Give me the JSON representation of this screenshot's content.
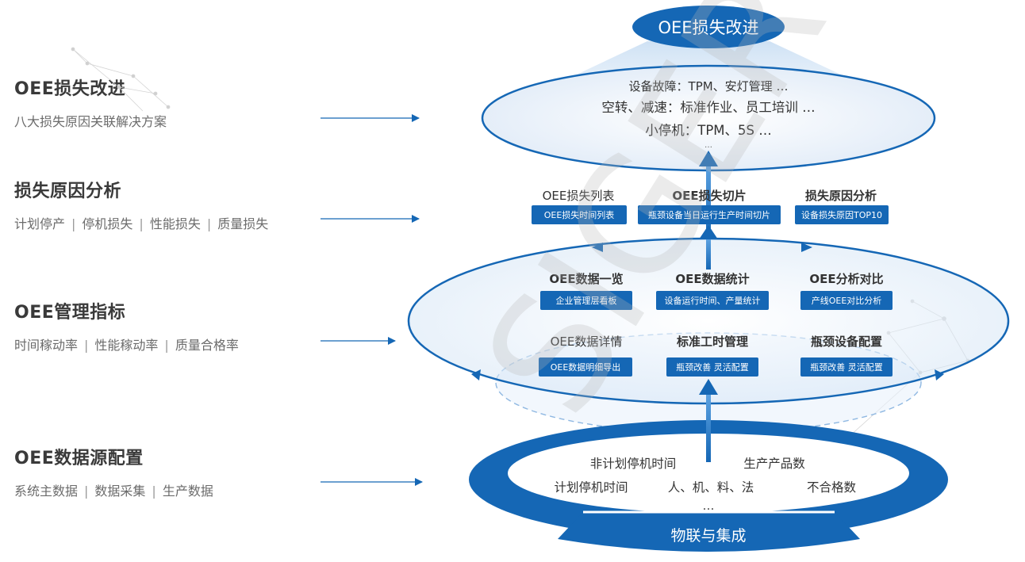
{
  "colors": {
    "primary": "#1567b5",
    "dark": "#0b4f95",
    "light": "#e6f0fa",
    "text": "#333333",
    "muted": "#6b6b6b"
  },
  "left": [
    {
      "title": "OEE损失改进",
      "items": [
        "八大损失原因关联解决方案"
      ]
    },
    {
      "title": "损失原因分析",
      "items": [
        "计划停产",
        "停机损失",
        "性能损失",
        "质量损失"
      ]
    },
    {
      "title": "OEE管理指标",
      "items": [
        "时间稼动率",
        "性能稼动率",
        "质量合格率"
      ]
    },
    {
      "title": "OEE数据源配置",
      "items": [
        "系统主数据",
        "数据采集",
        "生产数据"
      ]
    }
  ],
  "separator": "|",
  "top": {
    "badge": "OEE损失改进",
    "lines": [
      "设备故障：TPM、安灯管理 …",
      "空转、减速：标准作业、员工培训 …",
      "小停机：TPM、5S …"
    ],
    "ellipsis": "…"
  },
  "analysis": [
    {
      "title": "OEE损失列表",
      "tag": "OEE损失时间列表"
    },
    {
      "title": "OEE损失切片",
      "tag": "瓶颈设备当日运行生产时间切片"
    },
    {
      "title": "损失原因分析",
      "tag": "设备损失原因TOP10"
    }
  ],
  "metrics_row1": [
    {
      "title": "OEE数据一览",
      "tag": "企业管理层看板"
    },
    {
      "title": "OEE数据统计",
      "tag": "设备运行时间、产量统计"
    },
    {
      "title": "OEE分析对比",
      "tag": "产线OEE对比分析"
    }
  ],
  "metrics_row2": [
    {
      "title": "OEE数据详情",
      "tag": "OEE数据明细导出"
    },
    {
      "title": "标准工时管理",
      "tag": "瓶颈改善 灵活配置"
    },
    {
      "title": "瓶颈设备配置",
      "tag": "瓶颈改善 灵活配置"
    }
  ],
  "source": {
    "row1": [
      "非计划停机时间",
      "生产产品数"
    ],
    "row2": [
      "计划停机时间",
      "人、机、料、法",
      "不合格数"
    ],
    "ellipsis": "…",
    "band": "物联与集成"
  },
  "watermark": "SIGER"
}
